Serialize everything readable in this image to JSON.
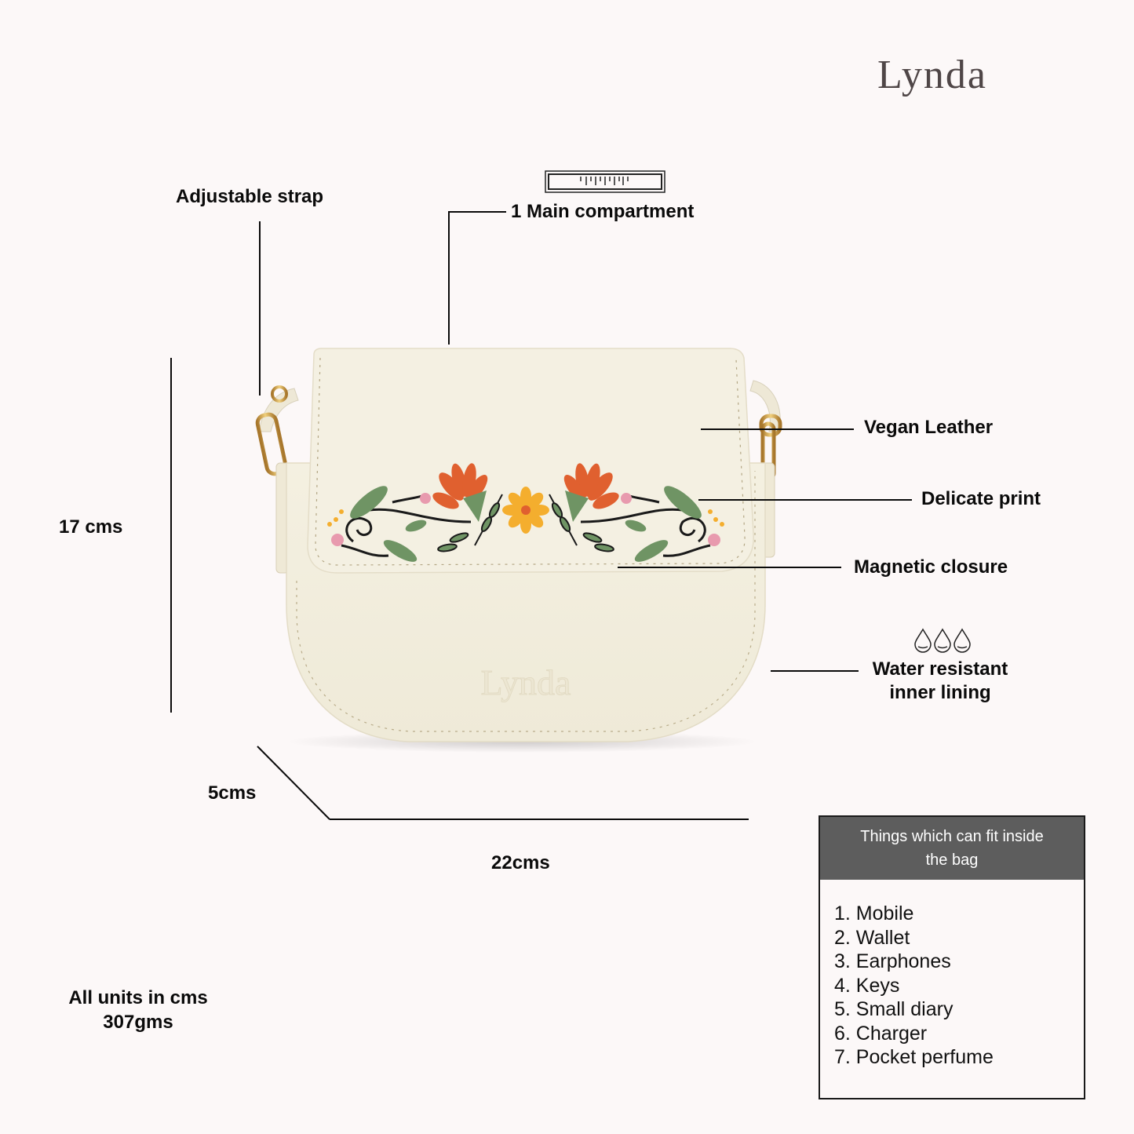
{
  "brand": {
    "logo_text": "Lynda",
    "emboss_text": "Lynda",
    "color": "#4f4647"
  },
  "features": {
    "adjustable_strap": "Adjustable strap",
    "main_compartment": "1 Main compartment",
    "vegan_leather": "Vegan Leather",
    "delicate_print": "Delicate print",
    "magnetic_closure": "Magnetic closure",
    "water_resistant_line1": "Water resistant",
    "water_resistant_line2": "inner lining"
  },
  "dimensions": {
    "height": "17 cms",
    "depth": "5cms",
    "width": "22cms"
  },
  "footer_note": {
    "units": "All units in cms",
    "weight": "307gms"
  },
  "fit_box": {
    "header": "Things which can fit inside the bag",
    "items": [
      {
        "label": "1. Mobile"
      },
      {
        "label": "2. Wallet"
      },
      {
        "label": "3. Earphones"
      },
      {
        "label": "4. Keys"
      },
      {
        "label": "5. Small diary"
      },
      {
        "label": "6. Charger"
      },
      {
        "label": "7. Pocket perfume"
      }
    ],
    "header_bg": "#5d5d5d"
  },
  "icons": {
    "compartment": "zipper-compartment-icon",
    "water": "water-drops-icon"
  },
  "colors": {
    "background": "#fcf8f8",
    "bag": "#f3efdf",
    "flower_orange": "#e0602f",
    "flower_yellow": "#f4ae2e",
    "leaf_green": "#6f9464",
    "flower_pink": "#e89aae",
    "hardware_gold": "#c9993f"
  }
}
